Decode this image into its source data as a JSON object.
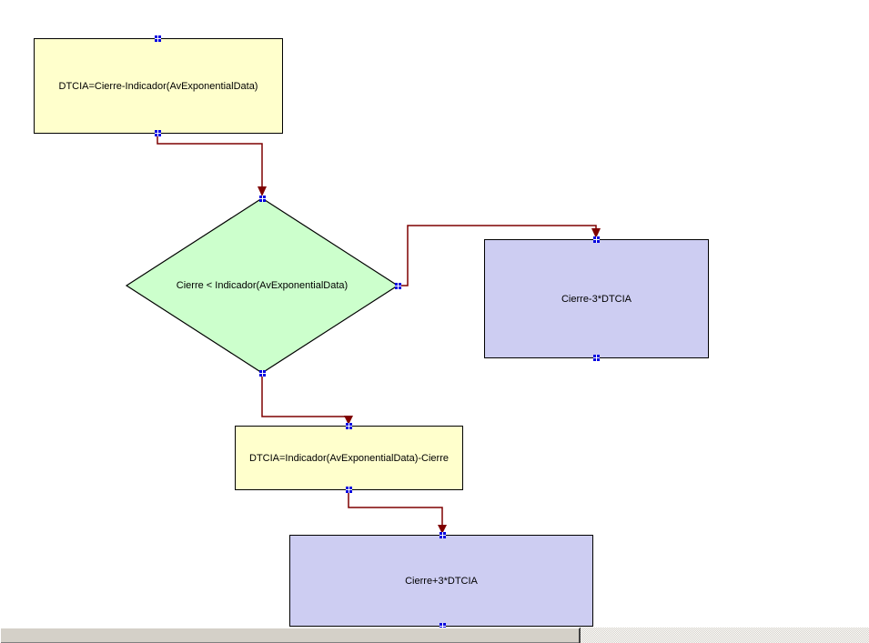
{
  "diagram": {
    "type": "flowchart",
    "nodes": [
      {
        "id": "process-1",
        "shape": "rectangle",
        "label": "DTCIA=Cierre-Indicador(AvExponentialData)",
        "fill": "#FFFFCC",
        "border": "#000000"
      },
      {
        "id": "decision-1",
        "shape": "diamond",
        "label": "Cierre < Indicador(AvExponentialData)",
        "fill": "#CCFFCC",
        "border": "#000000"
      },
      {
        "id": "result-true",
        "shape": "rectangle",
        "label": "Cierre-3*DTCIA",
        "fill": "#CDCDF2",
        "border": "#000000"
      },
      {
        "id": "process-2",
        "shape": "rectangle",
        "label": "DTCIA=Indicador(AvExponentialData)-Cierre",
        "fill": "#FFFFCC",
        "border": "#000000"
      },
      {
        "id": "result-false",
        "shape": "rectangle",
        "label": "Cierre+3*DTCIA",
        "fill": "#CDCDF2",
        "border": "#000000"
      }
    ],
    "connectors": [
      {
        "from": "process-1",
        "to": "decision-1",
        "color": "#7F0000"
      },
      {
        "from": "decision-1",
        "to": "result-true",
        "color": "#7F0000"
      },
      {
        "from": "decision-1",
        "to": "process-2",
        "color": "#7F0000"
      },
      {
        "from": "process-2",
        "to": "result-false",
        "color": "#7F0000"
      }
    ],
    "handle_color": "#0000E0"
  },
  "scrollbar": {
    "orientation": "horizontal",
    "thumb_color": "#D4D0C8"
  }
}
